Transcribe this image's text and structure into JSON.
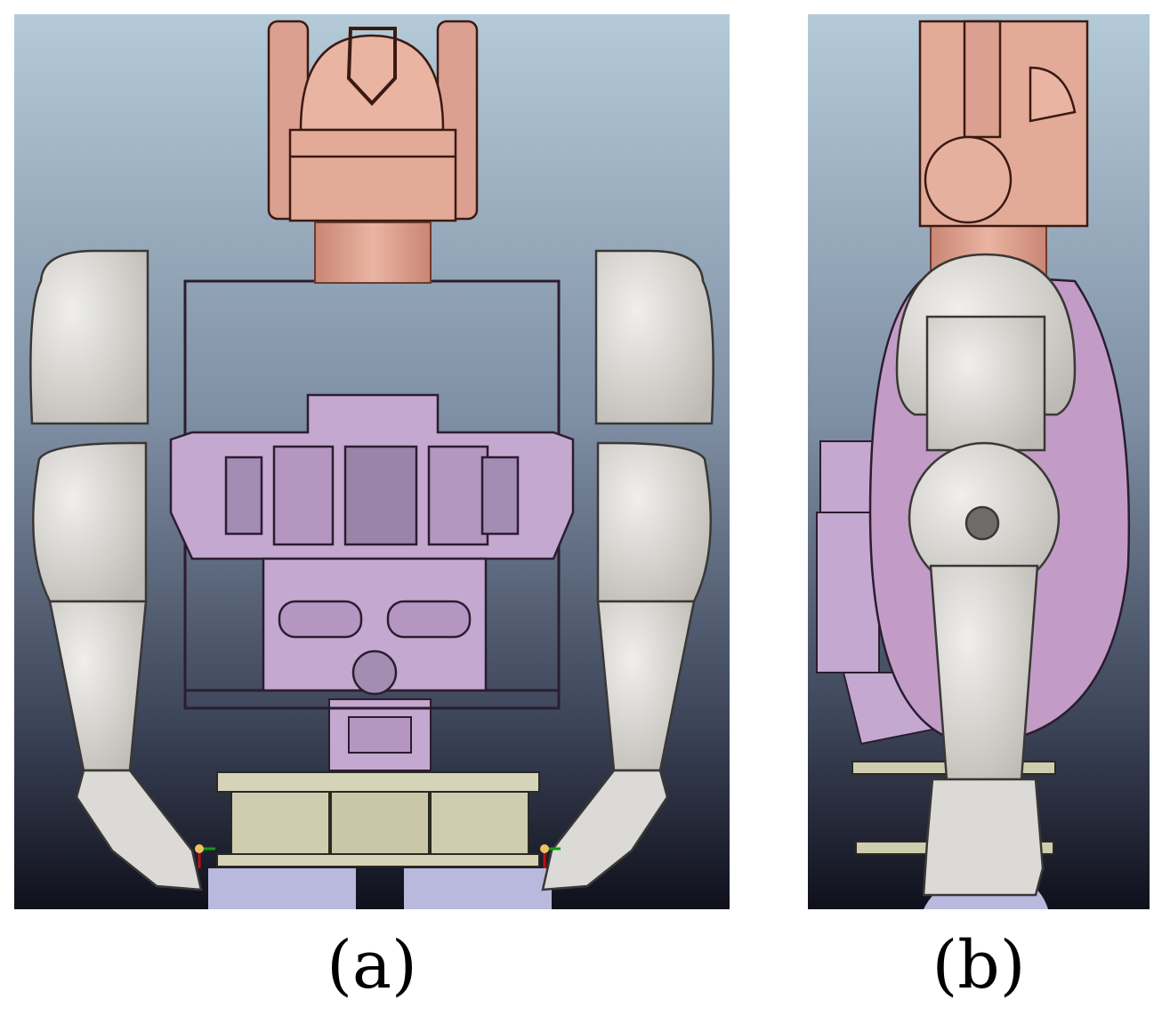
{
  "figure": {
    "panels": [
      {
        "id": "a",
        "caption": "(a)",
        "colors": {
          "background_top": "#b4cad8",
          "background_bottom": "#10101c",
          "head": "#e3aa98",
          "arm": "#e4e2de",
          "torso_frame": "#c4a8d0",
          "base": "#cfcdb0",
          "stand": "#b9b9de"
        }
      },
      {
        "id": "b",
        "caption": "(b)",
        "colors": {
          "background_top": "#b4cad8",
          "background_bottom": "#10101c",
          "head": "#e3aa98",
          "arm": "#e4e2de",
          "torso_shell": "#c29cc6",
          "base": "#cfcdb0",
          "stand": "#b9b9de"
        }
      }
    ]
  }
}
